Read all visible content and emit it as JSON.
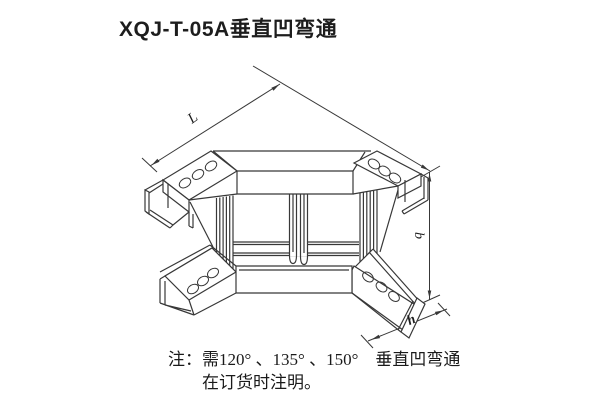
{
  "title": "XQJ-T-05A垂直凹弯通",
  "note": {
    "line1": "注：需120° 、135° 、150°　垂直凹弯通",
    "line2": "在订货时注明。"
  },
  "diagram": {
    "subject": "垂直凹弯通",
    "model": "XQJ-T-05A",
    "view": "isometric line drawing of vertical inside-bend tee cable tray fitting",
    "available_angles": [
      "120°",
      "135°",
      "150°"
    ],
    "holes_per_end_flange": 3,
    "line_color": "#383838",
    "dimensions": {
      "length_label": "L",
      "depth_label": "b",
      "rail_height_label": "h"
    }
  }
}
